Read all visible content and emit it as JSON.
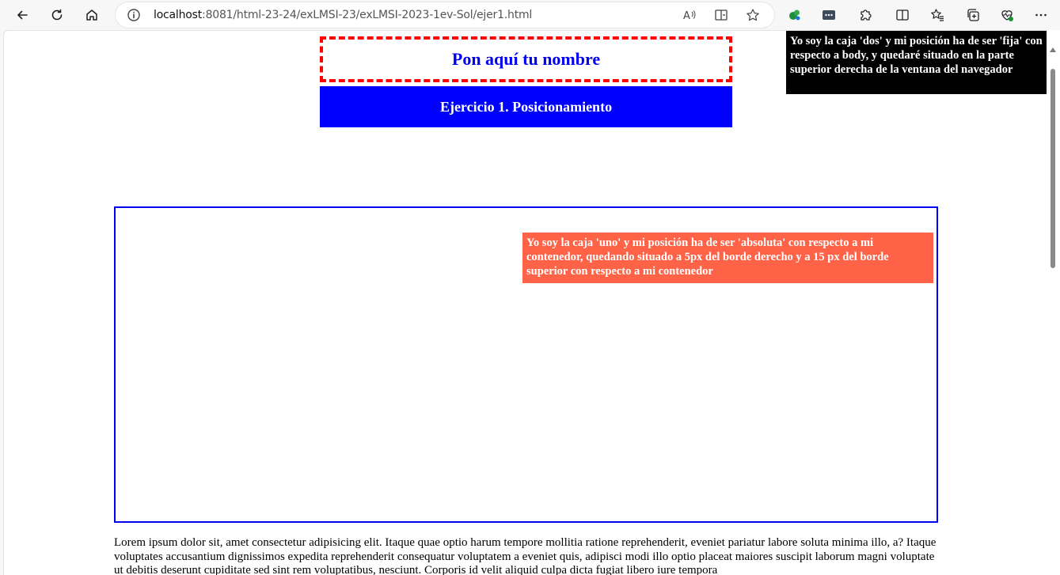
{
  "browser": {
    "url_host": "localhost",
    "url_rest": ":8081/html-23-24/exLMSI-23/exLMSI-2023-1ev-Sol/ejer1.html",
    "buttons": [
      "back-icon",
      "refresh-icon",
      "home-icon"
    ],
    "toolbar_icons": [
      "read-aloud-icon",
      "immersive-reader-icon",
      "favorite-star-icon",
      "extension-leaf-icon",
      "extension-dots-icon",
      "extensions-puzzle-icon",
      "split-screen-icon",
      "favorites-icon",
      "collections-icon",
      "browser-essentials-icon",
      "more-menu-icon"
    ]
  },
  "page": {
    "name_placeholder": "Pon aquí tu nombre",
    "title": "Ejercicio 1. Posicionamiento",
    "box_uno": "Yo soy la caja 'uno' y mi posición ha de ser 'absoluta' con respecto a mi contenedor, quedando situado a 5px del borde derecho y a 15 px del borde superior con respecto a mi contenedor",
    "box_dos": "Yo soy la caja 'dos' y mi posición ha de ser 'fija' con respecto a body, y quedaré situado en la parte superior derecha de la ventana del navegador",
    "lorem": "Lorem ipsum dolor sit, amet consectetur adipisicing elit. Itaque quae optio harum tempore mollitia ratione reprehenderit, eveniet pariatur labore soluta minima illo, a? Itaque voluptates accusantium dignissimos expedita reprehenderit consequatur voluptatem a eveniet quis, adipisci modi illo optio placeat maiores suscipit laborum magni voluptate ut debitis deserunt cupiditate sed sint rem voluptatibus, nesciunt. Corporis id velit aliquid culpa dicta fugiat libero iure tempora"
  },
  "colors": {
    "name_border": "#ff0000",
    "name_text": "#0000ee",
    "title_bg": "#0000ff",
    "box_uno_bg": "#ff6347",
    "box_dos_bg": "#000000",
    "container_border": "#0000ee"
  }
}
